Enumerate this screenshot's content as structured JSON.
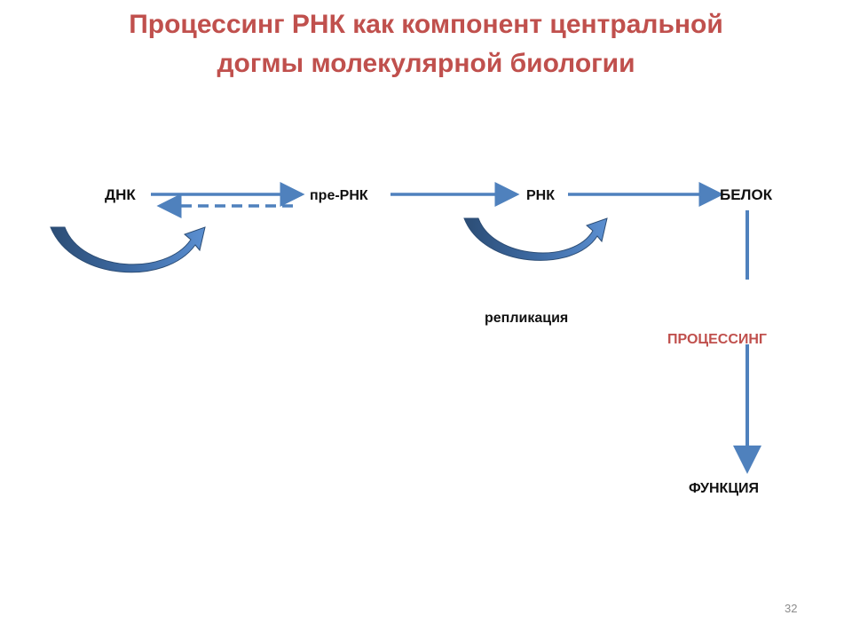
{
  "title": {
    "line1": "Процессинг РНК как компонент центральной",
    "line2": "догмы молекулярной биологии"
  },
  "nodes": {
    "dna": "ДНК",
    "pre_rna": "пре-РНК",
    "rna": "РНК",
    "protein": "БЕЛОК",
    "replication": "репликация",
    "processing": "ПРОЦЕССИНГ",
    "function": "ФУНКЦИЯ"
  },
  "colors": {
    "title": "#c0504d",
    "arrow": "#4f81bd",
    "arrow_dark": "#2c4d75",
    "processing": "#c0504d"
  },
  "page_number": "32"
}
